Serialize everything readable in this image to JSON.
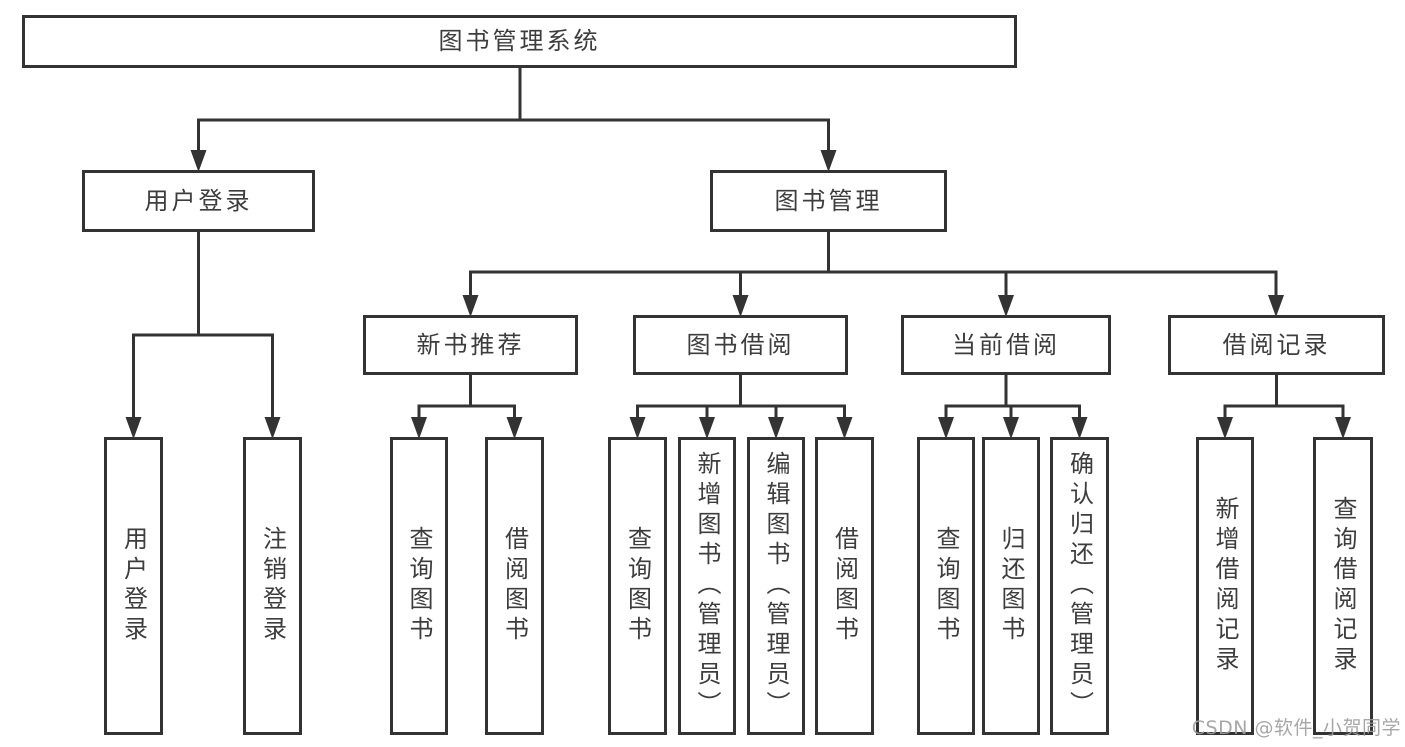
{
  "tree": {
    "label": "图书管理系统",
    "children": [
      {
        "label": "用户登录",
        "children": [
          {
            "label": "用户登录"
          },
          {
            "label": "注销登录"
          }
        ]
      },
      {
        "label": "图书管理",
        "children": [
          {
            "label": "新书推荐",
            "children": [
              {
                "label": "查询图书"
              },
              {
                "label": "借阅图书"
              }
            ]
          },
          {
            "label": "图书借阅",
            "children": [
              {
                "label": "查询图书"
              },
              {
                "label": "新增图书（管理员）"
              },
              {
                "label": "编辑图书（管理员）"
              },
              {
                "label": "借阅图书"
              }
            ]
          },
          {
            "label": "当前借阅",
            "children": [
              {
                "label": "查询图书"
              },
              {
                "label": "归还图书"
              },
              {
                "label": "确认归还（管理员）"
              }
            ]
          },
          {
            "label": "借阅记录",
            "children": [
              {
                "label": "新增借阅记录"
              },
              {
                "label": "查询借阅记录"
              }
            ]
          }
        ]
      }
    ]
  },
  "watermark": "CSDN @软件_小贺同学",
  "colors": {
    "line": "#333333",
    "text": "#3d3d3d",
    "background": "#ffffff",
    "watermark": "#9e9e9e"
  }
}
